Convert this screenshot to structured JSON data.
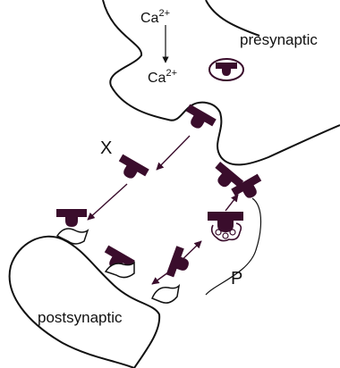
{
  "labels": {
    "ca_outside": "Ca",
    "ca_outside_sup": "2+",
    "ca_inside": "Ca",
    "ca_inside_sup": "2+",
    "presynaptic": "presynaptic",
    "postsynaptic": "postsynaptic",
    "x": "X",
    "p": "P"
  },
  "colors": {
    "molecule": "#3a0d2c",
    "outline": "#111111",
    "receptor": "#ffffff",
    "vesicle": "#3a0d2c"
  }
}
